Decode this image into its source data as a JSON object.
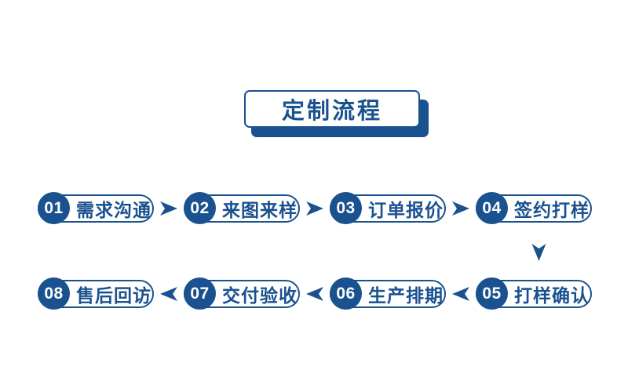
{
  "colors": {
    "accent": "#1A518F",
    "number_text": "#FFFFFF",
    "background": "#FFFFFF"
  },
  "title": {
    "text": "定制流程"
  },
  "flow": {
    "row1": [
      {
        "num": "01",
        "label": "需求沟通"
      },
      {
        "num": "02",
        "label": "来图来样"
      },
      {
        "num": "03",
        "label": "订单报价"
      },
      {
        "num": "04",
        "label": "签约打样"
      }
    ],
    "row2": [
      {
        "num": "08",
        "label": "售后回访"
      },
      {
        "num": "07",
        "label": "交付验收"
      },
      {
        "num": "06",
        "label": "生产排期"
      },
      {
        "num": "05",
        "label": "打样确认"
      }
    ]
  }
}
